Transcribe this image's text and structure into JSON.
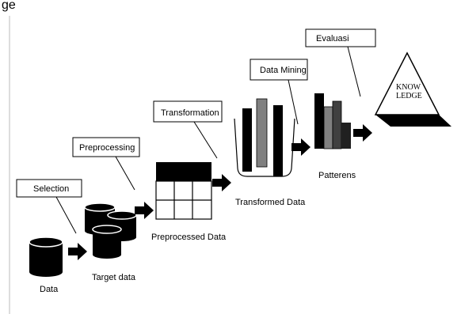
{
  "header": {
    "title_fragment": "ge"
  },
  "steps": {
    "selection": "Selection",
    "preprocessing": "Preprocessing",
    "transformation": "Transformation",
    "data_mining": "Data Mining",
    "evaluasi": "Evaluasi"
  },
  "stages": {
    "data": "Data",
    "target_data": "Target data",
    "preprocessed_data": "Preprocessed Data",
    "transformed_data": "Transformed Data",
    "patterns": "Patterens"
  },
  "knowledge": {
    "line1": "KNOW",
    "line2": "LEDGE"
  },
  "colors": {
    "ink": "#000000",
    "gray": "#808080",
    "dark_gray": "#404040"
  }
}
